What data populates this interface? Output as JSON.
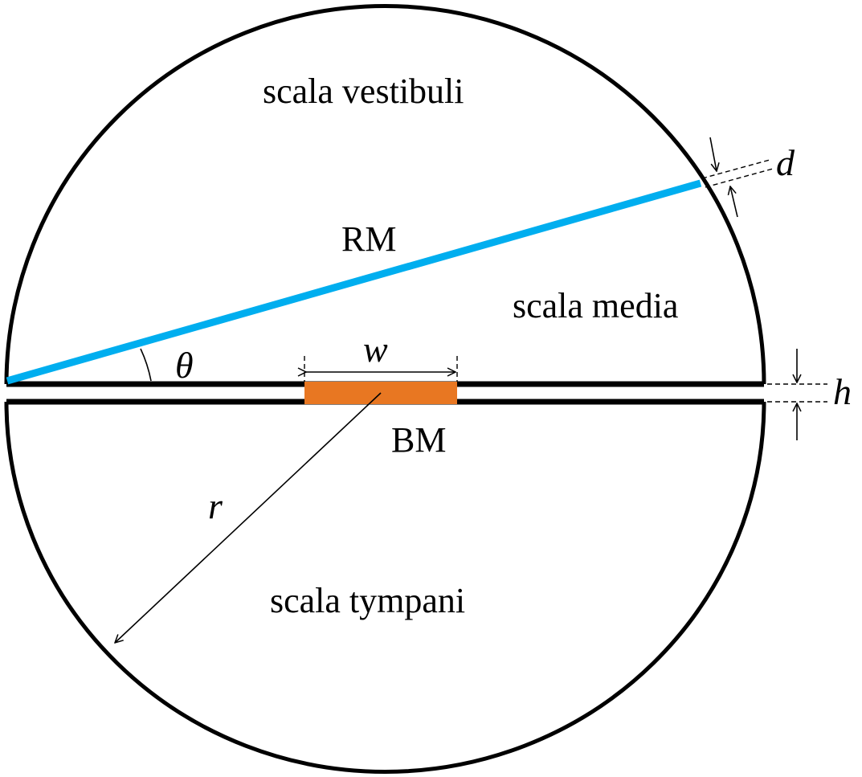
{
  "colors": {
    "outline": "#000000",
    "reissner_membrane": "#00aeef",
    "basilar_membrane": "#e87722",
    "background": "#ffffff"
  },
  "labels": {
    "scala_vestibuli": "scala vestibuli",
    "scala_media": "scala media",
    "scala_tympani": "scala tympani",
    "rm": "RM",
    "bm": "BM"
  },
  "symbols": {
    "d": "d",
    "theta": "θ",
    "w": "w",
    "h": "h",
    "r": "r"
  }
}
